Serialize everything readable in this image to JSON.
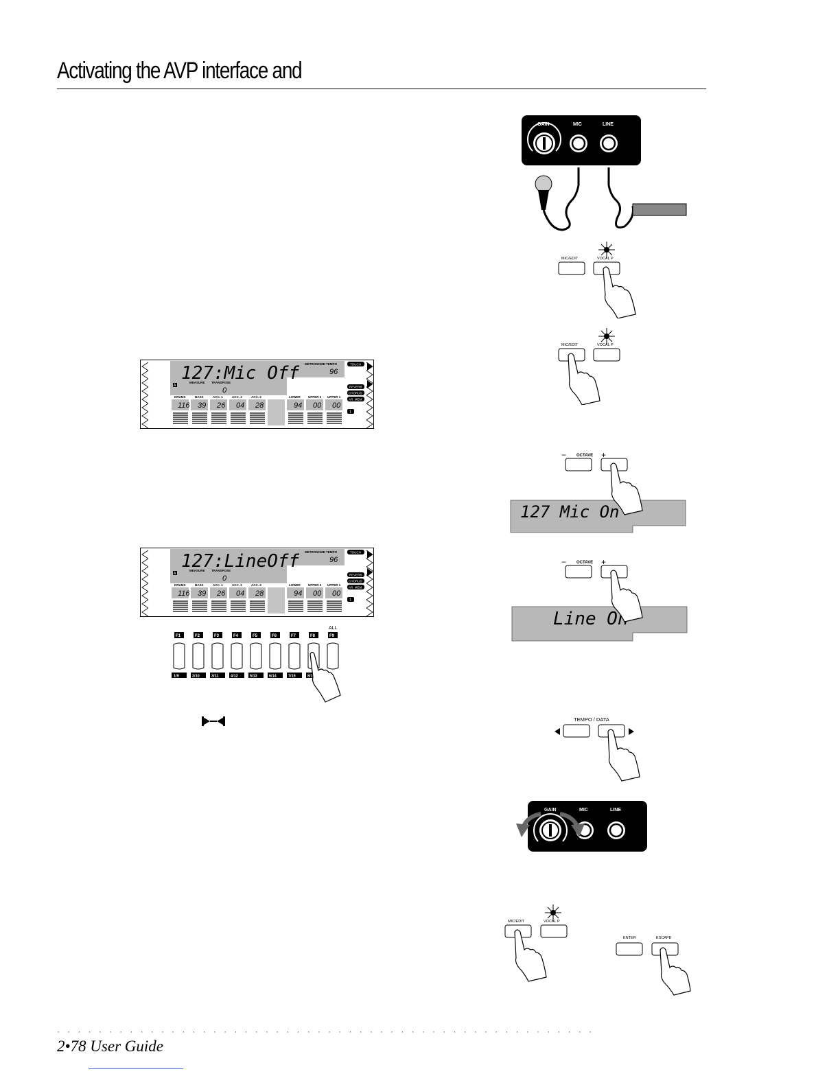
{
  "page": {
    "title": "Activating the AVP interface and",
    "footer": "2•78   User Guide"
  },
  "input_panel": {
    "gain": "GAIN",
    "mic": "MIC",
    "line": "LINE"
  },
  "buttons": {
    "mic_edit": "MIC/EDIT",
    "vocal_p": "VOCAL P",
    "octave": "OCTAVE",
    "minus": "−",
    "plus": "+",
    "tempo_data": "TEMPO / DATA",
    "enter": "ENTER",
    "escape": "ESCAPE"
  },
  "display_1": {
    "main": "127:Mic Off",
    "metronome": "METRONOME",
    "tempo_label": "TEMPO",
    "tempo": "96",
    "measure": "MEASURE",
    "transpose": "TRANSPOSE",
    "transpose_value": "0",
    "touch": "TOUCH",
    "reverb": "REVERB",
    "chorus": "CHORUS",
    "arr_mem": "AR. MEM.",
    "indicator_a": "A",
    "indicator_1": "1",
    "tracks": [
      {
        "name": "DRUMS",
        "value": "116"
      },
      {
        "name": "BASS",
        "value": "39"
      },
      {
        "name": "ACC. 1",
        "value": "26"
      },
      {
        "name": "ACC. 2",
        "value": "04"
      },
      {
        "name": "ACC. 3",
        "value": "28"
      },
      {
        "name": "LOWER",
        "value": "94"
      },
      {
        "name": "UPPER 2",
        "value": "00"
      },
      {
        "name": "UPPER 1",
        "value": "00"
      }
    ]
  },
  "display_2": {
    "main": "127:LineOff",
    "metronome": "METRONOME",
    "tempo_label": "TEMPO",
    "tempo": "96",
    "measure": "MEASURE",
    "transpose": "TRANSPOSE",
    "transpose_value": "0",
    "touch": "TOUCH",
    "reverb": "REVERB",
    "chorus": "CHORUS",
    "arr_mem": "AR. MEM.",
    "indicator_a": "A",
    "indicator_1": "1",
    "tracks": [
      {
        "name": "DRUMS",
        "value": "116"
      },
      {
        "name": "BASS",
        "value": "39"
      },
      {
        "name": "ACC. 1",
        "value": "26"
      },
      {
        "name": "ACC. 2",
        "value": "04"
      },
      {
        "name": "ACC. 3",
        "value": "28"
      },
      {
        "name": "LOWER",
        "value": "94"
      },
      {
        "name": "UPPER 2",
        "value": "00"
      },
      {
        "name": "UPPER 1",
        "value": "00"
      }
    ]
  },
  "function_keys": {
    "all": "ALL",
    "top": [
      "F1",
      "F2",
      "F3",
      "F4",
      "F5",
      "F6",
      "F7",
      "F8",
      "F9"
    ],
    "bottom": [
      "1/9",
      "2/10",
      "3/11",
      "4/12",
      "5/13",
      "6/14",
      "7/15",
      "8/16"
    ]
  },
  "small_displays": {
    "mic_on": "127 Mic On",
    "line_on": "Line On"
  }
}
